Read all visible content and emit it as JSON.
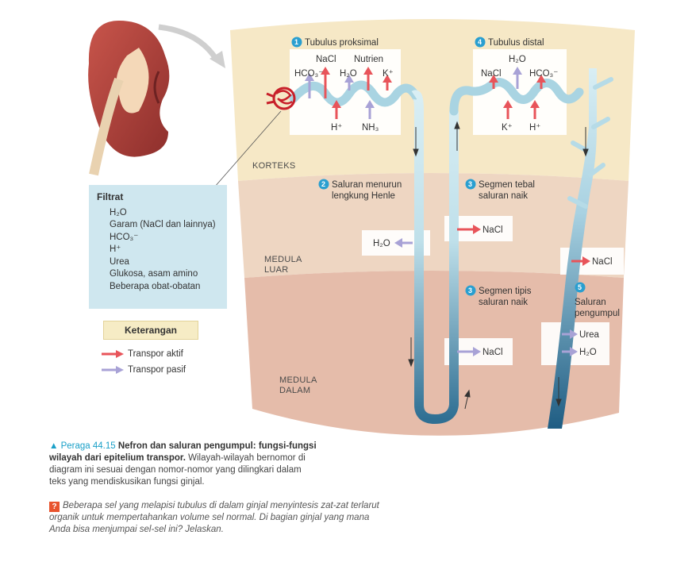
{
  "zones": {
    "korteks": "KORTEKS",
    "medula_luar": [
      "MEDULA",
      "LUAR"
    ],
    "medula_dalam": [
      "MEDULA",
      "DALAM"
    ]
  },
  "sections": {
    "s1": {
      "num": "1",
      "title": "Tubulus proksimal"
    },
    "s2": {
      "num": "2",
      "line1": "Saluran menurun",
      "line2": "lengkung Henle"
    },
    "s3a": {
      "num": "3",
      "line1": "Segmen tebal",
      "line2": "saluran naik"
    },
    "s3b": {
      "num": "3",
      "line1": "Segmen tipis",
      "line2": "saluran naik"
    },
    "s4": {
      "num": "4",
      "title": "Tubulus distal"
    },
    "s5": {
      "num": "5",
      "line1": "Saluran",
      "line2": "pengumpul"
    }
  },
  "proximal": {
    "out": [
      {
        "label": "HCO₃⁻",
        "type": "passive"
      },
      {
        "label": "NaCl",
        "type": "active"
      },
      {
        "label": "H₂O",
        "type": "passive"
      },
      {
        "label": "Nutrien",
        "type": "active"
      },
      {
        "label": "K⁺",
        "type": "active"
      }
    ],
    "in": [
      {
        "label": "H⁺",
        "type": "active"
      },
      {
        "label": "NH₃",
        "type": "passive"
      }
    ]
  },
  "distal": {
    "out": [
      {
        "label": "NaCl",
        "type": "active"
      },
      {
        "label": "H₂O",
        "type": "passive"
      },
      {
        "label": "HCO₃⁻",
        "type": "active"
      }
    ],
    "in": [
      {
        "label": "K⁺",
        "type": "active"
      },
      {
        "label": "H⁺",
        "type": "active"
      }
    ]
  },
  "transport_boxes": {
    "descending_h2o": {
      "label": "H₂O",
      "type": "passive"
    },
    "thick_nacl": {
      "label": "NaCl",
      "type": "active"
    },
    "thin_nacl": {
      "label": "NaCl",
      "type": "passive"
    },
    "collecting_nacl": {
      "label": "NaCl",
      "type": "active"
    },
    "collecting_urea": {
      "label": "Urea",
      "type": "passive"
    },
    "collecting_h2o": {
      "label": "H₂O",
      "type": "passive"
    }
  },
  "filtrat": {
    "title": "Filtrat",
    "items": [
      "H₂O",
      "Garam (NaCl dan lainnya)",
      "HCO₃⁻",
      "H⁺",
      "Urea",
      "Glukosa, asam amino",
      "Beberapa obat-obatan"
    ]
  },
  "legend": {
    "title": "Keterangan",
    "active": "Transpor aktif",
    "passive": "Transpor pasif"
  },
  "caption": {
    "fig": "▲ Peraga 44.15",
    "title": "Nefron dan saluran pengumpul: fungsi-fungsi wilayah dari epitelium transpor.",
    "body": "Wilayah-wilayah bernomor di diagram ini sesuai dengan nomor-nomor yang dilingkari dalam teks yang mendiskusikan fungsi ginjal."
  },
  "question": {
    "icon": "?",
    "text": "Beberapa sel yang melapisi tubulus di dalam ginjal menyintesis zat-zat terlarut organik untuk mempertahankan volume sel normal. Di bagian ginjal yang mana Anda bisa menjumpai sel-sel ini? Jelaskan."
  },
  "colors": {
    "active": "#e8545a",
    "passive": "#a8a2d6",
    "cortex": "#f6e8c6",
    "outer_medulla": "#ecd2bd",
    "inner_medulla": "#e3b7a4",
    "tubule_light": "#d6ecf2",
    "tubule_dark": "#2c6f94",
    "badge": "#2a9fd0"
  }
}
